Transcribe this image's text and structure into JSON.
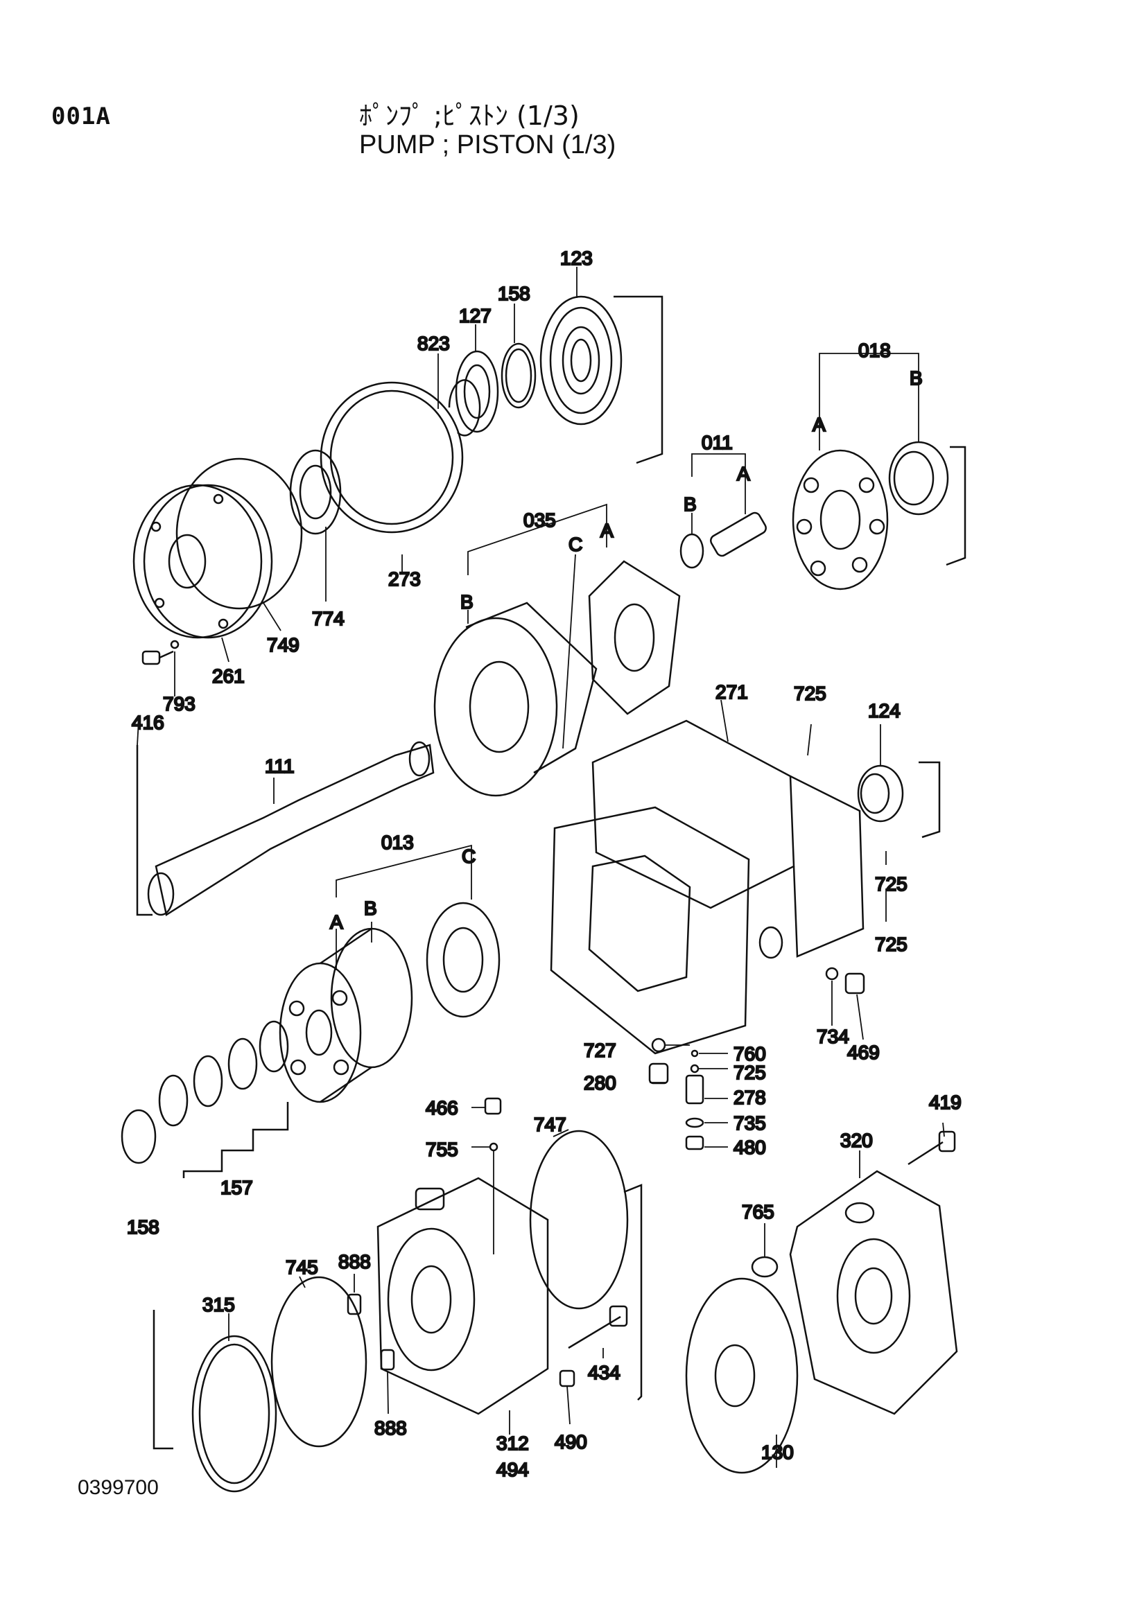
{
  "header": {
    "page_code": "001A",
    "title_jp": "ﾎﾟﾝﾌﾟ ;ﾋﾟｽﾄﾝ (1/3)",
    "title_en": "PUMP ; PISTON (1/3)"
  },
  "footer": {
    "doc_number": "0399700"
  },
  "callouts": {
    "c123": "123",
    "c158a": "158",
    "c127": "127",
    "c823": "823",
    "c018": "018",
    "c018b": "B",
    "c018a": "A",
    "c011": "011",
    "c011a": "A",
    "c011b": "B",
    "c035": "035",
    "c035c": "C",
    "c035a": "A",
    "c035b": "B",
    "c273": "273",
    "c774": "774",
    "c749": "749",
    "c261": "261",
    "c793": "793",
    "c416": "416",
    "c111": "111",
    "c271": "271",
    "c725a": "725",
    "c124": "124",
    "c725b": "725",
    "c725c": "725",
    "c013": "013",
    "c013a": "A",
    "c013b": "B",
    "c013c": "C",
    "c734": "734",
    "c469": "469",
    "c727": "727",
    "c280": "280",
    "c760": "760",
    "c725d": "725",
    "c278": "278",
    "c735": "735",
    "c480": "480",
    "c157": "157",
    "c158b": "158",
    "c466": "466",
    "c755": "755",
    "c747": "747",
    "c419": "419",
    "c320": "320",
    "c765": "765",
    "c745": "745",
    "c315": "315",
    "c888a": "888",
    "c888b": "888",
    "c434": "434",
    "c312": "312",
    "c494": "494",
    "c490": "490",
    "c130": "130"
  }
}
